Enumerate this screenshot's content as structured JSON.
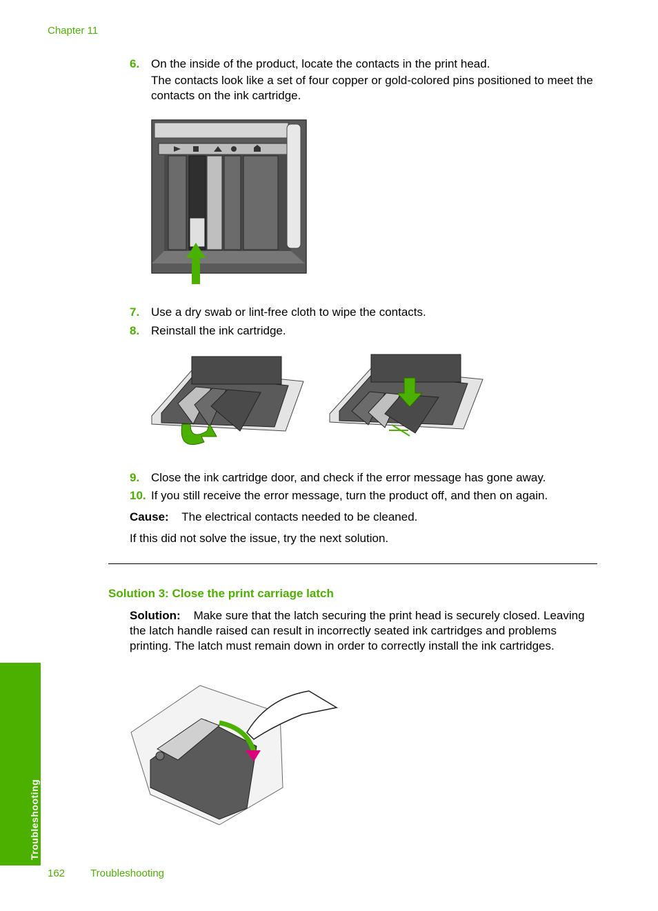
{
  "header": {
    "chapter": "Chapter 11"
  },
  "steps": [
    {
      "num": "6.",
      "text": "On the inside of the product, locate the contacts in the print head."
    },
    {
      "num": "7.",
      "text": "Use a dry swab or lint-free cloth to wipe the contacts."
    },
    {
      "num": "8.",
      "text": "Reinstall the ink cartridge."
    },
    {
      "num": "9.",
      "text": "Close the ink cartridge door, and check if the error message has gone away."
    },
    {
      "num": "10.",
      "text": "If you still receive the error message, turn the product off, and then on again."
    }
  ],
  "step6_subtext": "The contacts look like a set of four copper or gold-colored pins positioned to meet the contacts on the ink cartridge.",
  "cause": {
    "label": "Cause:",
    "text": "The electrical contacts needed to be cleaned."
  },
  "next_solution_text": "If this did not solve the issue, try the next solution.",
  "solution3": {
    "heading": "Solution 3: Close the print carriage latch",
    "label": "Solution:",
    "text": "Make sure that the latch securing the print head is securely closed. Leaving the latch handle raised can result in incorrectly seated ink cartridges and problems printing. The latch must remain down in order to correctly install the ink cartridges."
  },
  "sidebar": {
    "label": "Troubleshooting"
  },
  "footer": {
    "page_number": "162",
    "section": "Troubleshooting"
  },
  "colors": {
    "accent": "#4cb000",
    "text": "#000000"
  }
}
